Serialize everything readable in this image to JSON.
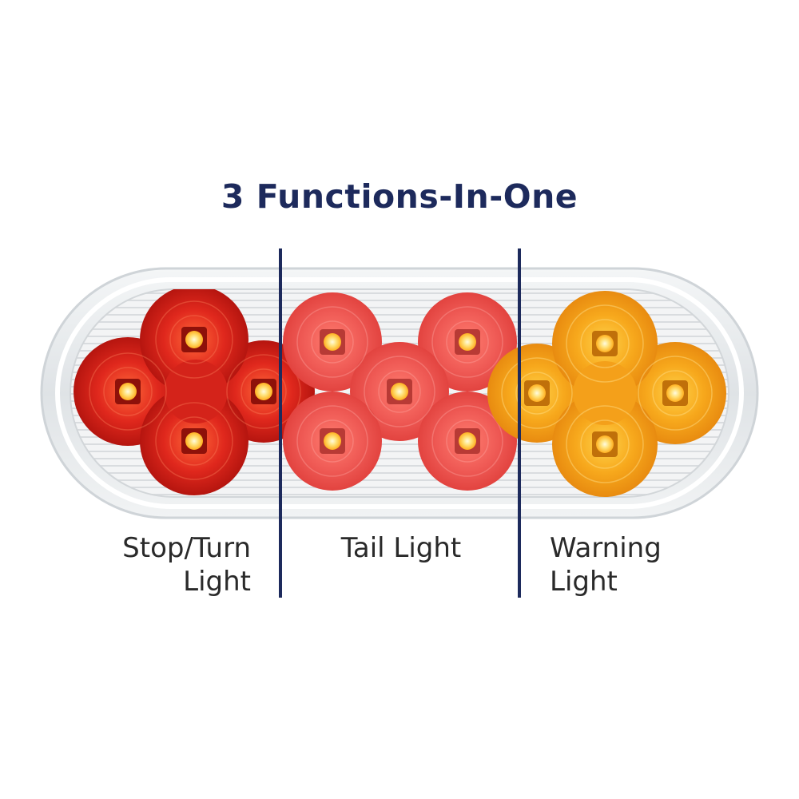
{
  "headline": "3 Functions-In-One",
  "sections": {
    "stop_turn": {
      "line1": "Stop/Turn",
      "line2": "Light"
    },
    "tail": {
      "line1": "Tail Light"
    },
    "warning": {
      "line1": "Warning",
      "line2": "Light"
    }
  },
  "colors": {
    "headline": "#1d2a5c",
    "divider": "#1d2a5c",
    "stop_red": "#d8261b",
    "tail_red": "#ec5a54",
    "amber": "#f5a21a",
    "housing": "#e9ecee"
  }
}
